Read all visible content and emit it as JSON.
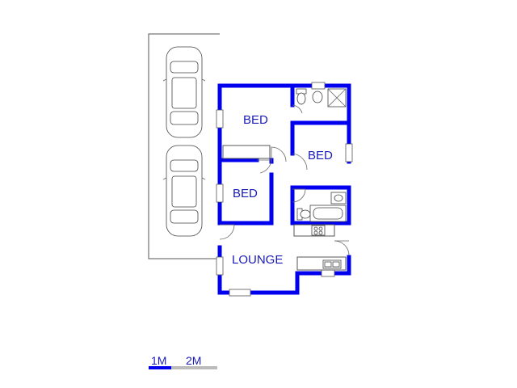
{
  "rooms": {
    "bed_main": "BED",
    "bed_right": "BED",
    "bed_lower": "BED",
    "lounge": "LOUNGE"
  },
  "scale": {
    "label_1": "1M",
    "label_2": "2M"
  },
  "colors": {
    "wall": "#0000ee",
    "label": "#1a1ab8",
    "outline": "#888888",
    "scale_grey": "#bbbbbb"
  },
  "icons": [
    "car-icon",
    "car-icon",
    "toilet-icon",
    "shower-icon",
    "bathtub-icon",
    "basin-icon",
    "stove-icon",
    "sink-icon"
  ]
}
